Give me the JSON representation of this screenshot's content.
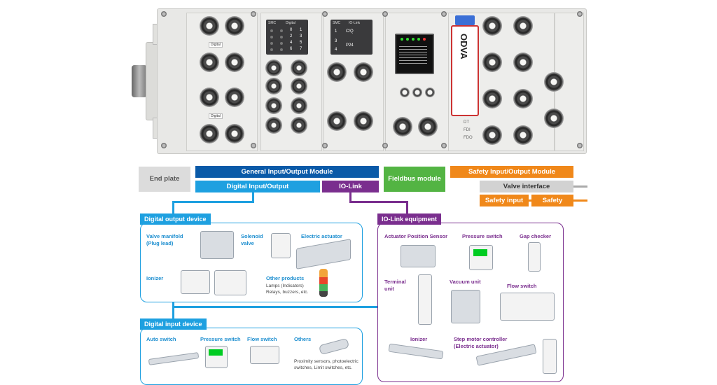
{
  "hardware": {
    "module_tags": {
      "digital_a": "Digital",
      "digital_b": "Digital",
      "digital_panel": "Digital",
      "iolink_panel": "IO-Link",
      "brand_a": "SMC",
      "brand_b": "SMC"
    },
    "panel_numbers": {
      "digital": [
        "0",
        "1",
        "2",
        "3",
        "4",
        "5",
        "6",
        "7"
      ],
      "iolink_a": [
        "1",
        "C/Q",
        "3",
        "4"
      ],
      "iolink_b": [
        "P24"
      ]
    },
    "status_labels": [
      "DT",
      "FDI",
      "FDO"
    ],
    "odva_logo": "ODVA",
    "colors": {
      "body": "#e8e8e6",
      "panel": "#3a3a3c",
      "accent_red": "#cc3333"
    }
  },
  "legend": {
    "end_plate": "End plate",
    "general_io": "General Input/Output Module",
    "digital_io": "Digital Input/Output",
    "io_link": "IO-Link",
    "fieldbus": "Fieldbus module",
    "safety_io": "Safety Input/Output Module",
    "valve_interface": "Valve interface",
    "safety_input": "Safety input",
    "safety_output": "Safety output",
    "colors": {
      "dark_blue": "#0a5aa8",
      "light_blue": "#1ea0e0",
      "purple": "#7a2e8e",
      "green": "#53b443",
      "orange": "#f0881a",
      "gray": "#dcdcdc"
    }
  },
  "digital_output": {
    "header": "Digital output device",
    "items": {
      "valve_manifold": "Valve manifold\n(Plug lead)",
      "solenoid_valve": "Solenoid\nvalve",
      "electric_actuator": "Electric actuator",
      "ionizer": "Ionizer",
      "other_products": "Other products"
    },
    "other_note": "Lamps (Indicators)\nRelays, buzzers, etc."
  },
  "digital_input": {
    "header": "Digital input device",
    "items": {
      "auto_switch": "Auto switch",
      "pressure_switch": "Pressure switch",
      "flow_switch": "Flow switch",
      "others": "Others"
    },
    "others_note": "Proximity sensors, photoelectric\nswitches, Limit switches, etc."
  },
  "iolink_equipment": {
    "header": "IO-Link equipment",
    "items": {
      "actuator_position_sensor": "Actuator Position Sensor",
      "pressure_switch": "Pressure switch",
      "gap_checker": "Gap checker",
      "terminal_unit": "Terminal\nunit",
      "vacuum_unit": "Vacuum unit",
      "flow_switch": "Flow switch",
      "ionizer": "Ionizer",
      "step_motor_controller": "Step motor controller\n(Electric actuator)"
    }
  }
}
